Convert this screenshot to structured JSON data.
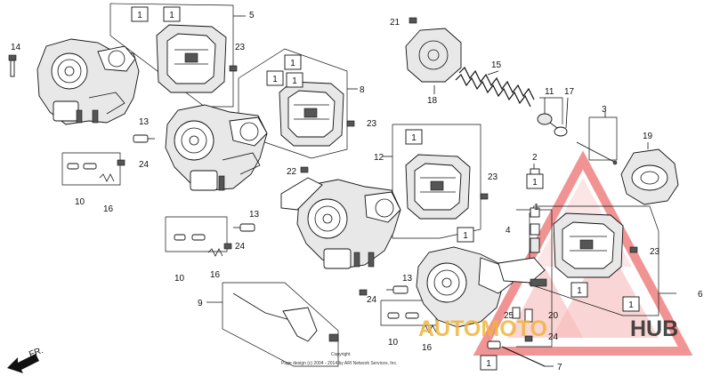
{
  "callouts": {
    "c1": "1",
    "c2": "2",
    "c3": "3",
    "c4": "4",
    "c5": "5",
    "c6": "6",
    "c7": "7",
    "c8": "8",
    "c9": "9",
    "c10a": "10",
    "c10b": "10",
    "c10c": "10",
    "c11": "11",
    "c12": "12",
    "c13a": "13",
    "c13b": "13",
    "c13c": "13",
    "c14": "14",
    "c15": "15",
    "c16a": "16",
    "c16b": "16",
    "c16c": "16",
    "c17": "17",
    "c18": "18",
    "c19": "19",
    "c20": "20",
    "c21": "21",
    "c22": "22",
    "c23a": "23",
    "c23b": "23",
    "c23c": "23",
    "c23d": "23",
    "c24a": "24",
    "c24b": "24",
    "c24c": "24",
    "c24d": "24",
    "c25": "25"
  },
  "boxed_label": "1",
  "front_arrow_label": "FR.",
  "copyright": {
    "line1": "Copyright",
    "line2": "Page design (c) 2004 - 2014 by ARI Network Services, Inc."
  },
  "watermark": {
    "text_part1": "AUTOMOTO",
    "text_part2": "HUB",
    "color_part1": "#f0b43c",
    "color_part2": "#2b2b2b",
    "triangle_color": "#e63c3c"
  }
}
